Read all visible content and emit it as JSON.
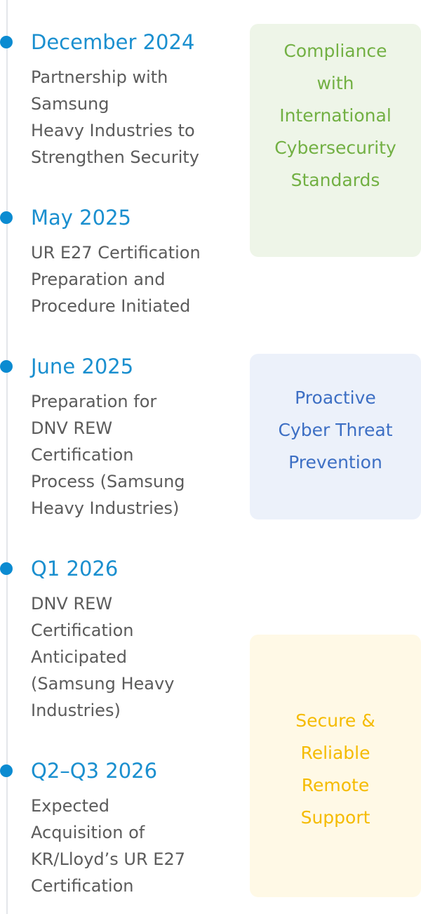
{
  "timeline": {
    "events": [
      {
        "date": "December 2024",
        "description": "Partnership with\nSamsung\nHeavy Industries to\nStrengthen Security"
      },
      {
        "date": "May 2025",
        "description": "UR E27 Certification\nPreparation and\nProcedure Initiated"
      },
      {
        "date": "June 2025",
        "description": "Preparation for\nDNV REW\nCertification\nProcess (Samsung\nHeavy Industries)"
      },
      {
        "date": "Q1 2026",
        "description": "DNV REW\nCertification\nAnticipated\n(Samsung Heavy\nIndustries)"
      },
      {
        "date": "Q2–Q3 2026",
        "description": "Expected\nAcquisition of\nKR/Lloyd’s UR E27\nCertification"
      }
    ]
  },
  "cards": {
    "compliance": "Compliance\nwith\nInternational\nCybersecurity\nStandards",
    "proactive": "Proactive\nCyber Threat\nPrevention",
    "secure": "Secure &\nReliable\nRemote\nSupport"
  },
  "colors": {
    "dot": "#0b8bd1",
    "date_text": "#1a8fcf",
    "compliance_text": "#72b043",
    "proactive_text": "#3d6fc4",
    "secure_text": "#f5bb00"
  }
}
